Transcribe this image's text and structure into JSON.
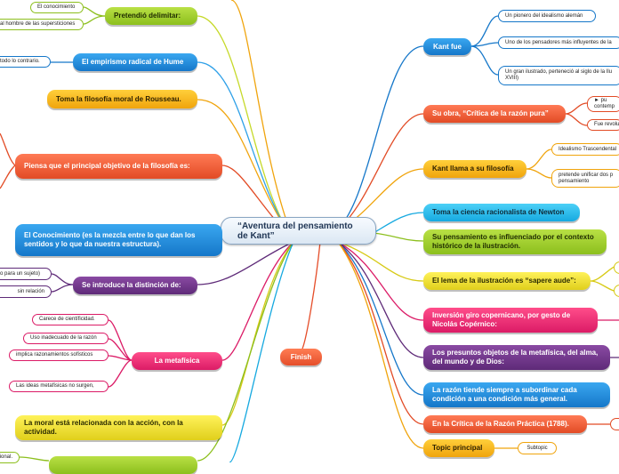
{
  "center": "“Aventura del pensamiento de Kant”",
  "finish": "Finish",
  "left": {
    "pretendio": "Pretendió delimitar:",
    "pretendio_subs": [
      "El conocimiento",
      "al hombre de las supersticiones"
    ],
    "empirismo": "El empirismo radical de Hume",
    "empirismo_sub": "todo lo contrario.",
    "rousseau": "Toma la filosofía moral de Rousseau.",
    "objetivo": "Piensa que el principal objetivo de la filosofía es:",
    "conocimiento": "El Conocimiento (es la mezcla entre lo que dan los sentidos y lo que da nuestra estructura).",
    "distincion": "Se introduce la distinción de:",
    "distincion_subs": [
      "o para un sujeto)",
      "sin relación"
    ],
    "metafisica": "La metafísica",
    "metafisica_subs": [
      "Carece de científicidad.",
      "Uso inadecuado de la razón",
      "implica razonamientos sofísticos",
      "Las ideas metafísicas no surgen,"
    ],
    "moral": "La moral está relacionada con la acción, con la actividad.",
    "bottom_sub": "acional."
  },
  "right": {
    "kant_fue": "Kant fue",
    "kant_fue_subs": [
      "Un pionero del idealismo alemán",
      "Uno de los pensadores más influyentes de la",
      "Un gran ilustrado, perteneció al siglo de la Ilu XVIII)"
    ],
    "obra": "Su obra, “Crítica de la razón pura”",
    "obra_subs": [
      "►    pu contemp",
      "Fue revolu"
    ],
    "llama": "Kant llama a su filosofía",
    "llama_subs": [
      "Idealismo Trascendental",
      "pretende unificar dos p pensamiento"
    ],
    "newton": "Toma la ciencia racionalista de Newton",
    "ilustracion": "Su pensamiento es influenciado por el contexto histórico de la ilustración.",
    "lema": "El lema de la ilustración es “sapere aude”:",
    "copernicano": "Inversión giro copernicano, por gesto de Nicolás Copérnico:",
    "objetos": "Los presuntos objetos de la metafísica, del alma, del mundo y de Dios:",
    "razon": "La razón tiende siempre a subordinar cada condición a una condición más general.",
    "practica": "En la Crítica de la Razón Práctica (1788).",
    "topic": "Topic principal",
    "subtopic": "Subtopic"
  }
}
